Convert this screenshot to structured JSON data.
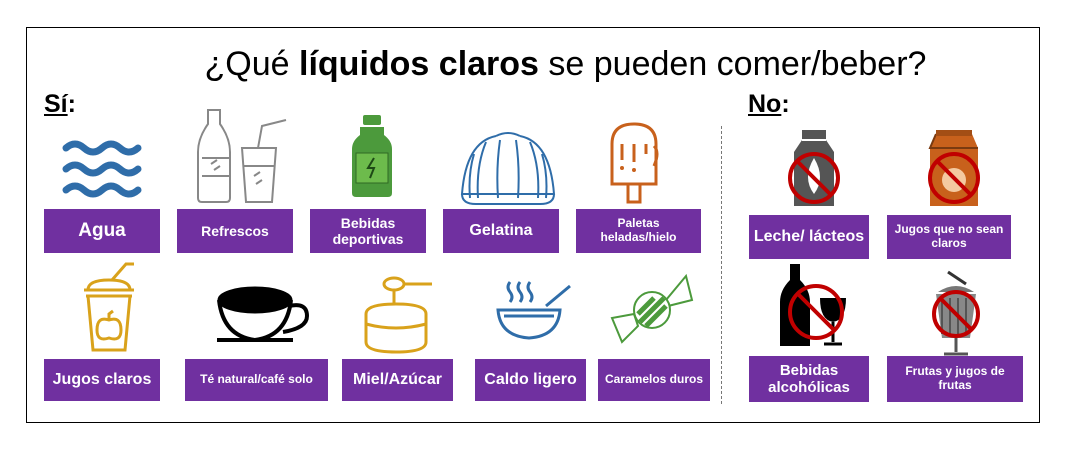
{
  "title": {
    "prefix": "¿Qué ",
    "bold": "líquidos claros",
    "suffix": " se pueden comer/beber?"
  },
  "yes_heading": {
    "word": "Sí",
    "colon": ":"
  },
  "no_heading": {
    "word": "No",
    "colon": ":"
  },
  "yes_items": [
    {
      "label": "Agua",
      "icon": "water-waves-icon"
    },
    {
      "label": "Refrescos",
      "icon": "soda-bottle-cup-icon"
    },
    {
      "label": "Bebidas deportivas",
      "icon": "sports-drink-icon"
    },
    {
      "label": "Gelatina",
      "icon": "gelatin-mold-icon"
    },
    {
      "label": "Paletas heladas/hielo",
      "icon": "popsicle-icon"
    },
    {
      "label": "Jugos claros",
      "icon": "juice-cup-icon"
    },
    {
      "label": "Té natural/café solo",
      "icon": "coffee-cup-icon"
    },
    {
      "label": "Miel/Azúcar",
      "icon": "honey-pot-icon"
    },
    {
      "label": "Caldo ligero",
      "icon": "broth-bowl-icon"
    },
    {
      "label": "Caramelos duros",
      "icon": "hard-candy-icon"
    }
  ],
  "no_items": [
    {
      "label": "Leche/ lácteos",
      "icon": "no-milk-icon"
    },
    {
      "label": "Jugos que no sean claros",
      "icon": "no-juice-icon"
    },
    {
      "label": "Bebidas alcohólicas",
      "icon": "no-alcohol-icon"
    },
    {
      "label": "Frutas y jugos de frutas",
      "icon": "no-smoothie-icon"
    }
  ],
  "colors": {
    "label_bg": "#7030a0",
    "water": "#2f6da9",
    "green": "#4c9a3c",
    "orange": "#c8611c",
    "gold": "#d9a21b",
    "blue": "#4a7fb5",
    "no_red": "#c00000"
  }
}
